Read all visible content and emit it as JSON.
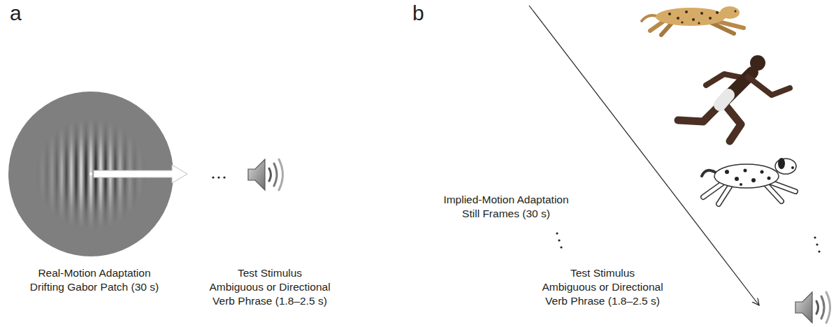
{
  "diagram": {
    "labels": [
      "a",
      "Real-Motion Adaptation Drifting Gabor Patch (30 s)",
      "Test Stimulus Ambiguous or Directional Verb Phrase (1.8–2.5 s)",
      "b",
      "Implied-Motion Adaptation Still Frames (30 s)",
      "Test Stimulus Ambiguous or Directional Verb Phrase (1.8–2.5 s)"
    ]
  }
}
